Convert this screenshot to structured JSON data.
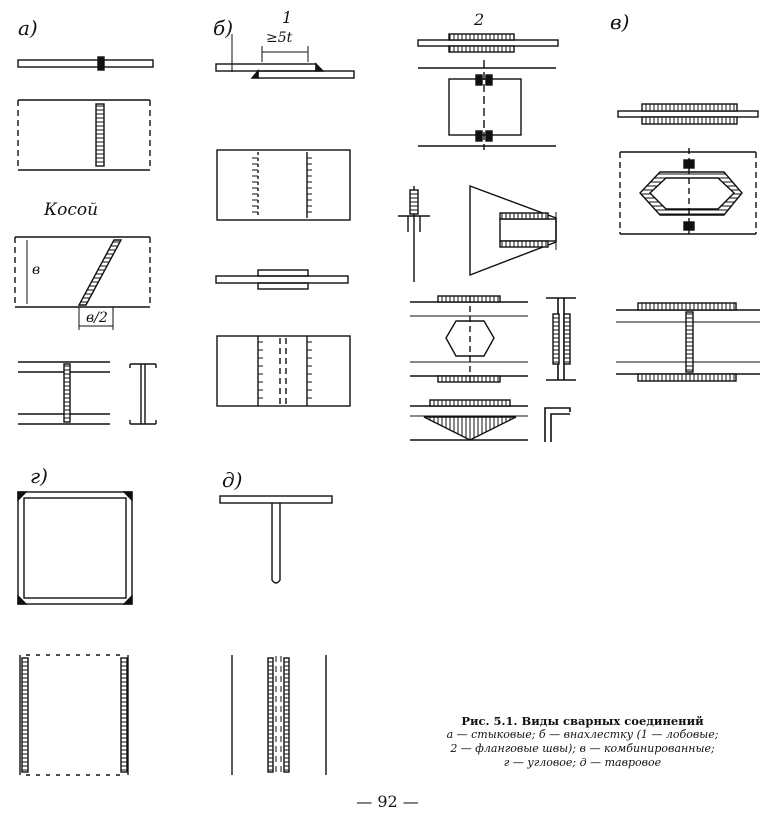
{
  "labels": {
    "a": "а)",
    "b": "б)",
    "v": "в)",
    "g": "г)",
    "d": "д)",
    "one": "1",
    "two": "2",
    "dim_5t": "≥5t",
    "kosoy": "Косой",
    "b_dim": "в",
    "b_half": "в/2"
  },
  "caption": {
    "title": "Рис. 5.1. Виды сварных соединений",
    "line1": "а — стыковые;   б — внахлестку  (1 — лобовые;",
    "line2": "2 — фланговые   швы);   в — комбинированные;",
    "line3": "г — угловое;   д — тавровое"
  },
  "page_number": "— 92 —"
}
